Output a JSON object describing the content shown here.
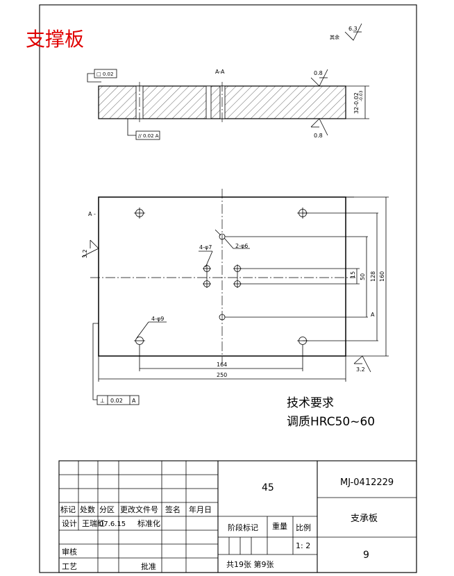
{
  "title": "支撑板",
  "section_label": "A-A",
  "view_label": "A",
  "view_label_dash": "A -",
  "roughness": {
    "other": "6.3",
    "other_label": "其余",
    "top": "0.8",
    "bottom": "0.8",
    "left": "3.2",
    "bottom_right": "3.2"
  },
  "tolerance_boxes": {
    "top": "□ 0.02",
    "bottom": "// 0.02 A",
    "plan_symbol": "⊥",
    "plan_value": "0.02",
    "plan_datum": "A"
  },
  "section_dims": [
    "32-0.02",
    "-0.03"
  ],
  "hole_labels": {
    "four_holes_7": "4-φ7",
    "two_holes_6": "2-φ6",
    "four_holes_9": "4-φ9"
  },
  "dimensions": {
    "d164": "164",
    "d250": "250",
    "d15": "15",
    "d50": "50",
    "d128": "128",
    "d160": "160"
  },
  "tech_requirements": {
    "heading": "技术要求",
    "item": "调质HRC50~60"
  },
  "title_block": {
    "material": "45",
    "drawing_no": "MJ-0412229",
    "part_name": "支承板",
    "headers": [
      "标记",
      "处数",
      "分区",
      "更改文件号",
      "签名",
      "年月日"
    ],
    "design_label": "设计",
    "designer": "王瑞红",
    "date": "07.6.15",
    "standardize": "标准化",
    "stage_mark": "阶段标记",
    "weight": "重量",
    "scale_label": "比例",
    "scale": "1: 2",
    "review": "审核",
    "process": "工艺",
    "approve": "批准",
    "sheets": "共19张 第9张",
    "quantity": "9"
  }
}
